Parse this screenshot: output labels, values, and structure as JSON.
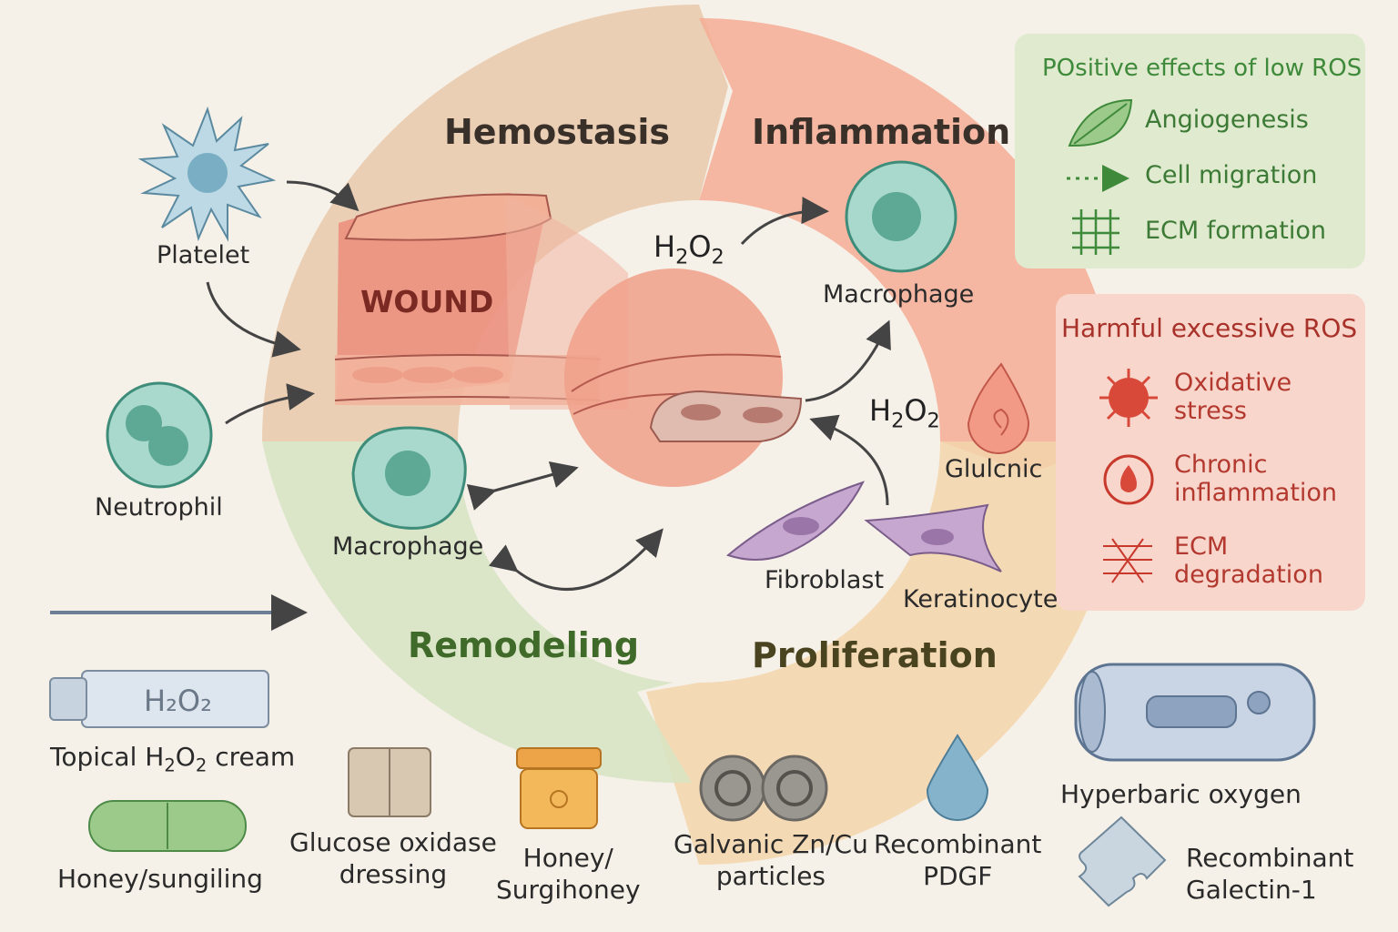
{
  "phases": {
    "hemostasis": "Hemostasis",
    "inflammation": "Inflammation",
    "remodeling": "Remodeling",
    "proliferation": "Proliferation"
  },
  "center": {
    "wound": "WOUND"
  },
  "cells": {
    "platelet": "Platelet",
    "neutrophil": "Neutrophil",
    "macrophage_top": "Macrophage",
    "macrophage_bottom": "Macrophage",
    "fibroblast": "Fibroblast",
    "keratinocyte": "Keratinocyte",
    "glulcnic": "Glulcnic"
  },
  "h2o2": {
    "main": "H",
    "sub1": "2",
    "mid": "O",
    "sub2": "2"
  },
  "positive": {
    "title": "POsitive effects of low ROS",
    "items": [
      "Angiogenesis",
      "Cell migration",
      "ECM formation"
    ]
  },
  "harmful": {
    "title": "Harmful excessive ROS",
    "items": [
      {
        "line1": "Oxidative",
        "line2": "stress"
      },
      {
        "line1": "Chronic",
        "line2": "inflammation"
      },
      {
        "line1": "ECM",
        "line2": "degradation"
      }
    ]
  },
  "therapies": {
    "tube_label": "H₂O₂",
    "topical": {
      "pre": "Topical H",
      "post": " cream"
    },
    "honey_sungiling": "Honey/sungiling",
    "glucose_oxidase": {
      "line1": "Glucose oxidase",
      "line2": "dressing"
    },
    "honey_surgihoney": {
      "line1": "Honey/",
      "line2": "Surgihoney"
    },
    "galvanic": {
      "line1": "Galvanic Zn/Cu",
      "line2": "particles"
    },
    "pdgf": {
      "line1": "Recombinant",
      "line2": "PDGF"
    },
    "hyperbaric": "Hyperbaric oxygen",
    "galectin": {
      "line1": "Recombinant",
      "line2": "Galectin-1"
    }
  },
  "colors": {
    "hemostasis": "#e8c4a6",
    "inflammation": "#f4a892",
    "proliferation": "#f2d3a8",
    "remodeling": "#d3e1c0",
    "positive_bg": "#dfead0",
    "harmful_bg": "#f9d8cf",
    "cell_teal": "#a9d8cc",
    "cell_purple": "#c6a7cf"
  }
}
